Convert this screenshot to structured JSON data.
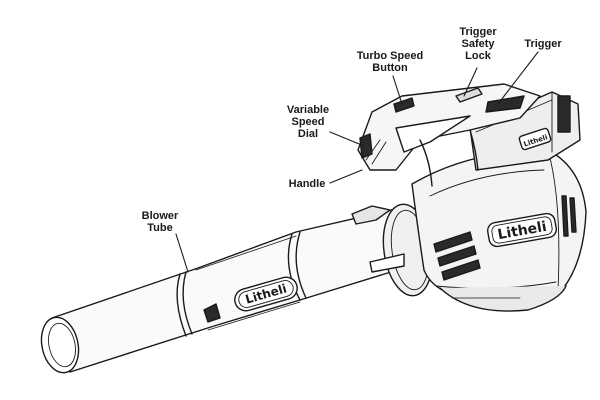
{
  "product": {
    "brand": "Litheli"
  },
  "callouts": {
    "trigger_safety_lock": [
      "Trigger",
      "Safety",
      "Lock"
    ],
    "trigger": [
      "Trigger"
    ],
    "turbo_speed_button": [
      "Turbo Speed",
      "Button"
    ],
    "variable_speed_dial": [
      "Variable",
      "Speed",
      "Dial"
    ],
    "handle": [
      "Handle"
    ],
    "blower_tube": [
      "Blower",
      "Tube"
    ]
  },
  "colors": {
    "line": "#1a1a1a",
    "body_fill": "#f4f4f4",
    "shade": "#9a9a9a",
    "dark": "#2a2a2a"
  }
}
